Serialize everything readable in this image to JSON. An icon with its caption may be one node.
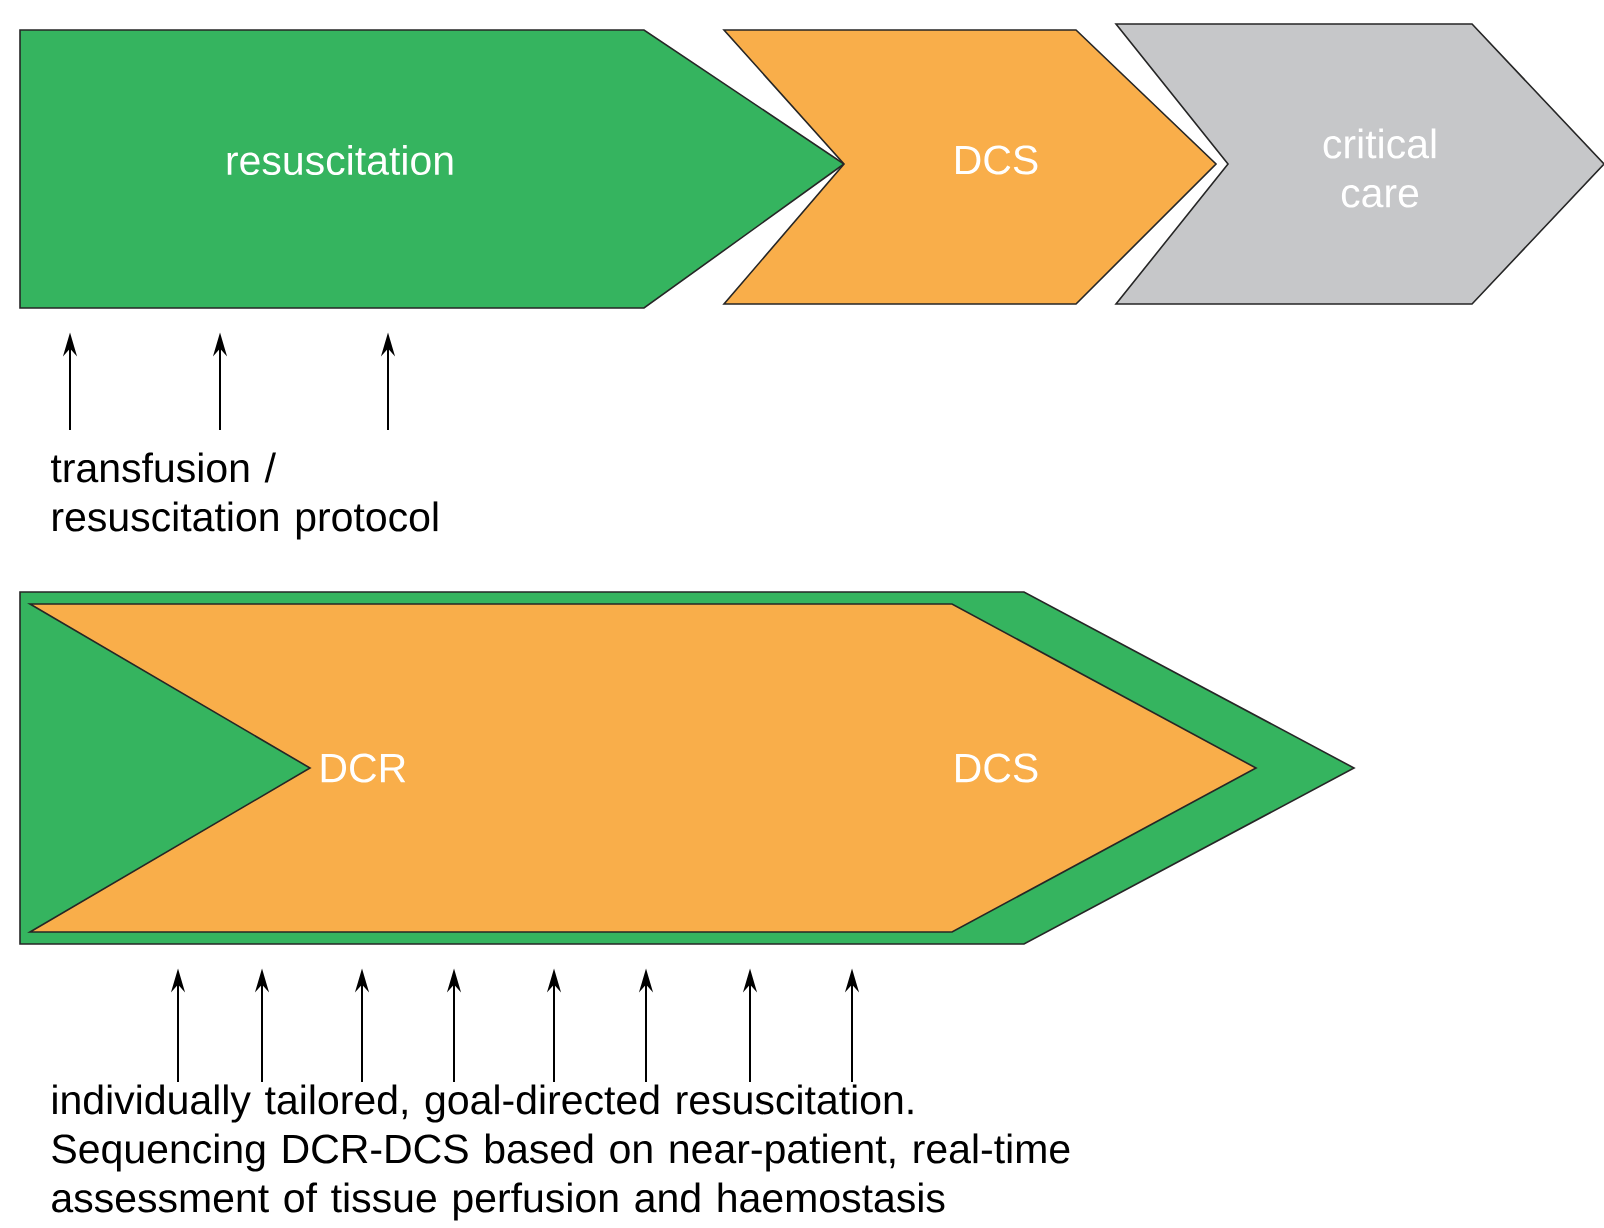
{
  "diagram": {
    "nodes": [
      {
        "text": [
          "resuscitation"
        ]
      },
      {
        "text": [
          "DCS"
        ]
      },
      {
        "text": [
          "critical care"
        ]
      },
      {
        "text": [
          "transfusion / resuscitation protocol"
        ]
      },
      {
        "text": [],
        "shape": "arrow"
      },
      {
        "text": [
          "DCR",
          "DCS"
        ],
        "in": 4
      },
      {
        "text": [
          "individually tailored, goal-directed resuscitation. Sequencing DCR-DCS based on near-patient, real-time assessment of tissue perfusion and haemostasis"
        ]
      }
    ],
    "edges": [
      {
        "from": 3,
        "to": 0,
        "arrow": "to"
      },
      {
        "from": 3,
        "to": 0,
        "arrow": "to"
      },
      {
        "from": 3,
        "to": 0,
        "arrow": "to"
      },
      {
        "from": 6,
        "to": 4,
        "arrow": "to"
      },
      {
        "from": 6,
        "to": 4,
        "arrow": "to"
      },
      {
        "from": 6,
        "to": 4,
        "arrow": "to"
      },
      {
        "from": 6,
        "to": 4,
        "arrow": "to"
      },
      {
        "from": 6,
        "to": 4,
        "arrow": "to"
      },
      {
        "from": 6,
        "to": 4,
        "arrow": "to"
      },
      {
        "from": 6,
        "to": 4,
        "arrow": "to"
      },
      {
        "from": 6,
        "to": 4,
        "arrow": "to"
      }
    ]
  }
}
